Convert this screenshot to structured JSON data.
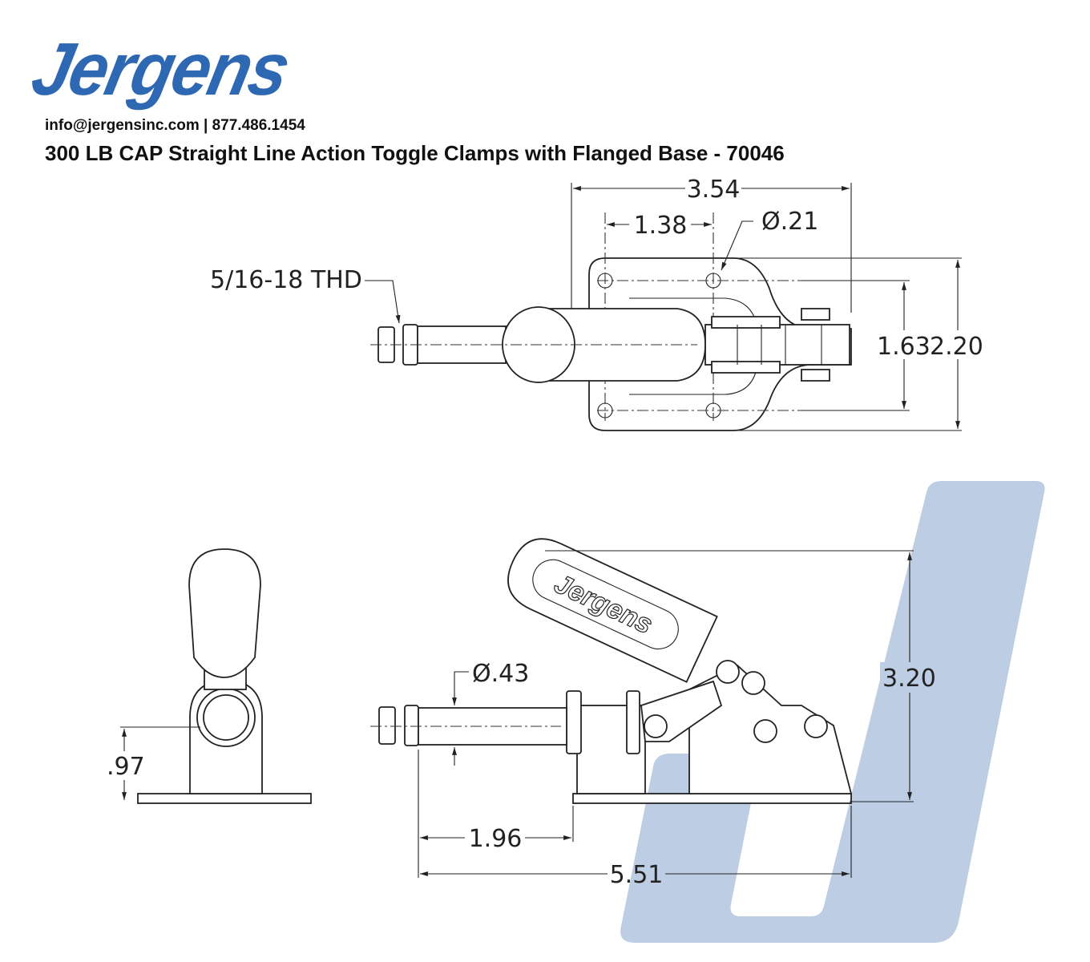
{
  "header": {
    "brand": "Jergens",
    "contact": "info@jergensinc.com | 877.486.1454",
    "title": "300 LB CAP Straight Line Action Toggle Clamps with Flanged Base - 70046"
  },
  "colors": {
    "brand": "#2e67b2",
    "watermark": "#bccde4",
    "line": "#222222"
  },
  "top_view": {
    "thread_label": "5/16-18 THD",
    "overall_length": "3.54",
    "hole_spacing_x": "1.38",
    "hole_diameter": "Ø.21",
    "hole_spacing_y": "1.63",
    "base_width": "2.20"
  },
  "end_view": {
    "spindle_height": ".97"
  },
  "side_view": {
    "handle_logo": "Jergens",
    "rod_diameter": "Ø.43",
    "height": "3.20",
    "plunger_extension": "1.96",
    "overall_length": "5.51"
  }
}
